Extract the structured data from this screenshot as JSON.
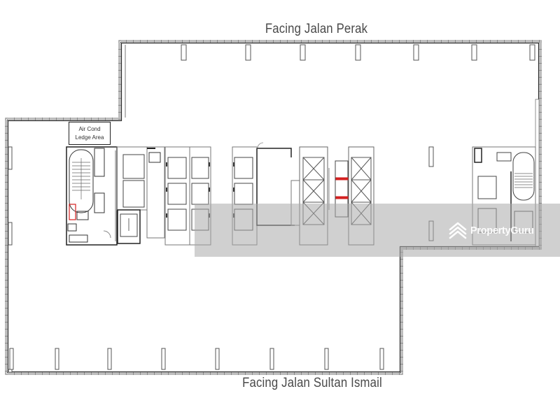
{
  "plan": {
    "title_top": "Facing Jalan Perak",
    "title_bottom": "Facing Jalan Sultan Ismail",
    "ac_ledge": {
      "line1": "Air Cond",
      "line2": "Ledge Area"
    },
    "watermark": {
      "brand": "PropertyGuru",
      "icon": "propertyguru-logo-icon"
    },
    "colors": {
      "wall": "#2a2a2a",
      "line": "#555555",
      "accent_red": "#d42020",
      "band": "#aaaaaa",
      "label": "#4a4a4a"
    },
    "columns_top_x": [
      262,
      354,
      432,
      515,
      596,
      676,
      757
    ],
    "columns_bottom_x": [
      17,
      80,
      155,
      232,
      308,
      386,
      464,
      544
    ],
    "columns_left_y": [
      210,
      318
    ],
    "cores": [
      "left-stair-core",
      "lift-lobby-1",
      "lift-lobby-2",
      "central-lift-core",
      "shaft-core",
      "right-stair-core"
    ]
  }
}
